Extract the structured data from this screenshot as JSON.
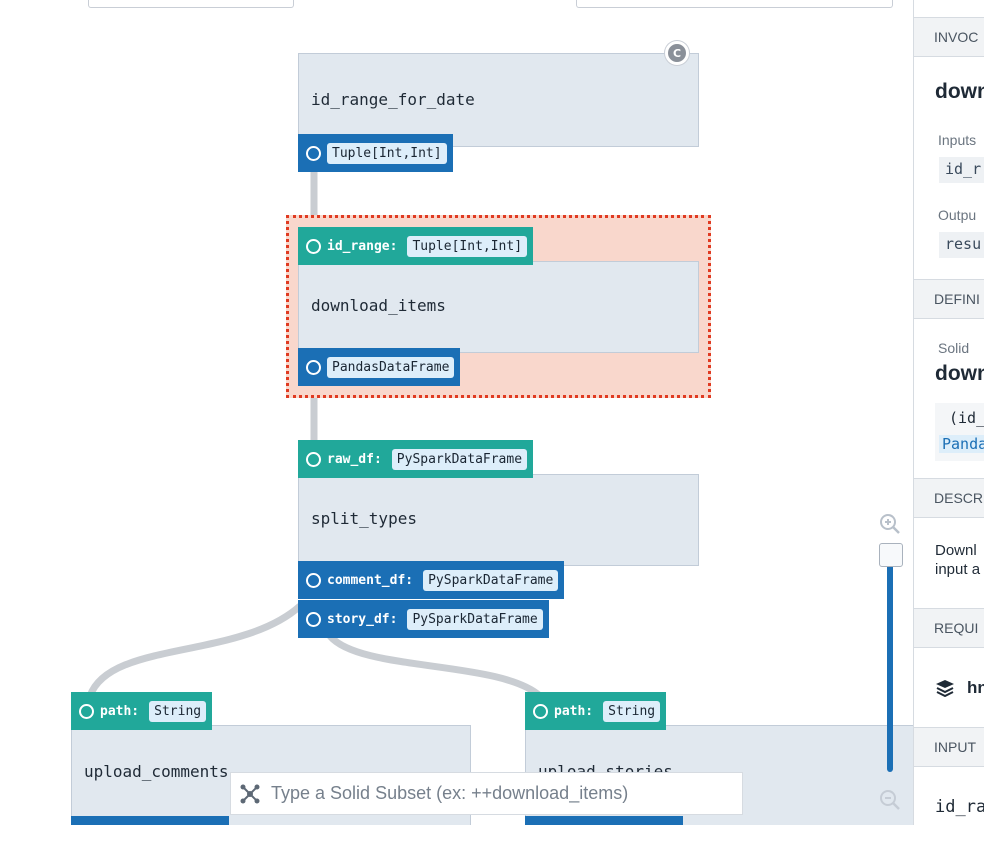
{
  "graph": {
    "solids": [
      {
        "name": "id_range_for_date",
        "outputs": [
          {
            "type": "Tuple[Int,Int]"
          }
        ],
        "composite_badge": "C"
      },
      {
        "name": "download_items",
        "selected": true,
        "inputs": [
          {
            "name": "id_range:",
            "type": "Tuple[Int,Int]"
          }
        ],
        "outputs": [
          {
            "type": "PandasDataFrame"
          }
        ]
      },
      {
        "name": "split_types",
        "inputs": [
          {
            "name": "raw_df:",
            "type": "PySparkDataFrame"
          }
        ],
        "outputs": [
          {
            "name": "comment_df:",
            "type": "PySparkDataFrame"
          },
          {
            "name": "story_df:",
            "type": "PySparkDataFrame"
          }
        ]
      },
      {
        "name": "upload_comments",
        "inputs": [
          {
            "name": "path:",
            "type": "String"
          }
        ]
      },
      {
        "name": "upload_stories",
        "inputs": [
          {
            "name": "path:",
            "type": "String"
          }
        ]
      }
    ]
  },
  "subset_search": {
    "placeholder": "Type a Solid Subset (ex: ++download_items)"
  },
  "sidebar": {
    "invocation_header": "INVOC",
    "invocation_title": "down",
    "inputs_label": "Inputs",
    "inputs_chip": "id_r",
    "outputs_label": "Outpu",
    "outputs_chip": "resu",
    "definition_header": "DEFINI",
    "solid_label": "Solid",
    "solid_title": "down",
    "signature_line1": "(id_",
    "signature_line2": "Panda",
    "description_header": "DESCR",
    "description_line1": "Downl",
    "description_line2": "input a",
    "required_header": "REQUI",
    "resource_name": "hn",
    "inputs_header": "INPUT",
    "input_name": "id_ra"
  },
  "colors": {
    "input_port": "#21a89a",
    "output_port": "#1b6fb5",
    "solid_body": "#e1e8ef",
    "selection_fill": "#f9d7cc",
    "selection_border": "#e03a21"
  }
}
